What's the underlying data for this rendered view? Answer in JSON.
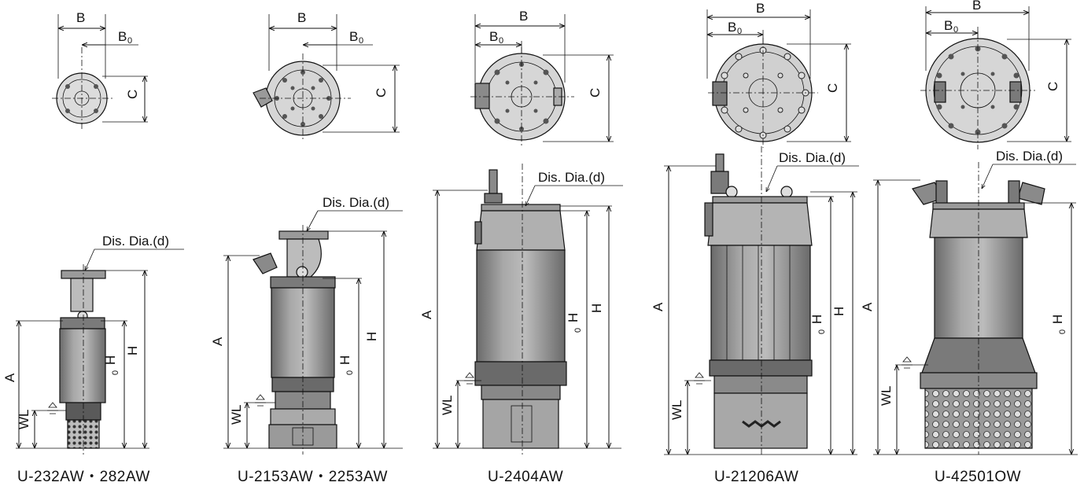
{
  "colors": {
    "line": "#111111",
    "body_dark": "#6e6e6e",
    "body_mid": "#9a9a9a",
    "body_light": "#c8c8c8",
    "background": "#ffffff"
  },
  "labels": {
    "B": "B",
    "B0": "B",
    "sub0": "0",
    "C": "C",
    "A": "A",
    "H": "H",
    "H0": "H",
    "WL": "WL",
    "dis_dia": "Dis. Dia.(d)"
  },
  "pumps": [
    {
      "model": "U-232AW・282AW",
      "has_H": true
    },
    {
      "model": "U-2153AW・2253AW",
      "has_H": true
    },
    {
      "model": "U-2404AW",
      "has_H": true
    },
    {
      "model": "U-21206AW",
      "has_H": true
    },
    {
      "model": "U-42501OW",
      "has_H": false
    }
  ]
}
